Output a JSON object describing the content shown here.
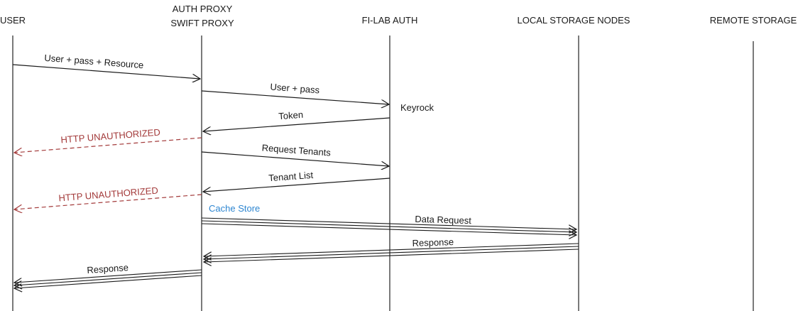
{
  "actors": [
    {
      "id": "user",
      "label_lines": [
        "USER"
      ]
    },
    {
      "id": "auth_proxy",
      "label_lines": [
        "AUTH PROXY",
        "SWIFT PROXY"
      ]
    },
    {
      "id": "fi_lab_auth",
      "label_lines": [
        "FI-LAB AUTH"
      ]
    },
    {
      "id": "local_storage",
      "label_lines": [
        "LOCAL STORAGE NODES"
      ]
    },
    {
      "id": "remote_storage",
      "label_lines": [
        "REMOTE STORAGE"
      ]
    }
  ],
  "messages": [
    {
      "id": "m1",
      "from": "user",
      "to": "auth_proxy",
      "label": "User + pass + Resource",
      "style": "solid",
      "color": "#1a1a1a",
      "lines": 1
    },
    {
      "id": "m2",
      "from": "auth_proxy",
      "to": "fi_lab_auth",
      "label": "User + pass",
      "style": "solid",
      "color": "#1a1a1a",
      "lines": 1
    },
    {
      "id": "m3",
      "from": "fi_lab_auth",
      "to": "auth_proxy",
      "label": "Token",
      "style": "solid",
      "color": "#1a1a1a",
      "lines": 1
    },
    {
      "id": "m4",
      "from": "auth_proxy",
      "to": "user",
      "label": "HTTP UNAUTHORIZED",
      "style": "dashed",
      "color": "#a33a3a",
      "lines": 1
    },
    {
      "id": "m5",
      "from": "auth_proxy",
      "to": "fi_lab_auth",
      "label": "Request Tenants",
      "style": "solid",
      "color": "#1a1a1a",
      "lines": 1
    },
    {
      "id": "m6",
      "from": "fi_lab_auth",
      "to": "auth_proxy",
      "label": "Tenant List",
      "style": "solid",
      "color": "#1a1a1a",
      "lines": 1
    },
    {
      "id": "m7",
      "from": "auth_proxy",
      "to": "user",
      "label": "HTTP UNAUTHORIZED",
      "style": "dashed",
      "color": "#a33a3a",
      "lines": 1
    },
    {
      "id": "m8",
      "from": "auth_proxy",
      "to": "local_storage",
      "label": "Data Request",
      "style": "solid",
      "color": "#1a1a1a",
      "lines": 3
    },
    {
      "id": "m9",
      "from": "local_storage",
      "to": "auth_proxy",
      "label": "Response",
      "style": "solid",
      "color": "#1a1a1a",
      "lines": 3
    },
    {
      "id": "m10",
      "from": "auth_proxy",
      "to": "user",
      "label": "Response",
      "style": "solid",
      "color": "#1a1a1a",
      "lines": 3
    }
  ],
  "notes": [
    {
      "id": "keyrock",
      "text": "Keyrock",
      "color": "#1a1a1a"
    },
    {
      "id": "cache_store",
      "text": "Cache Store",
      "color": "#2e86d1"
    }
  ]
}
